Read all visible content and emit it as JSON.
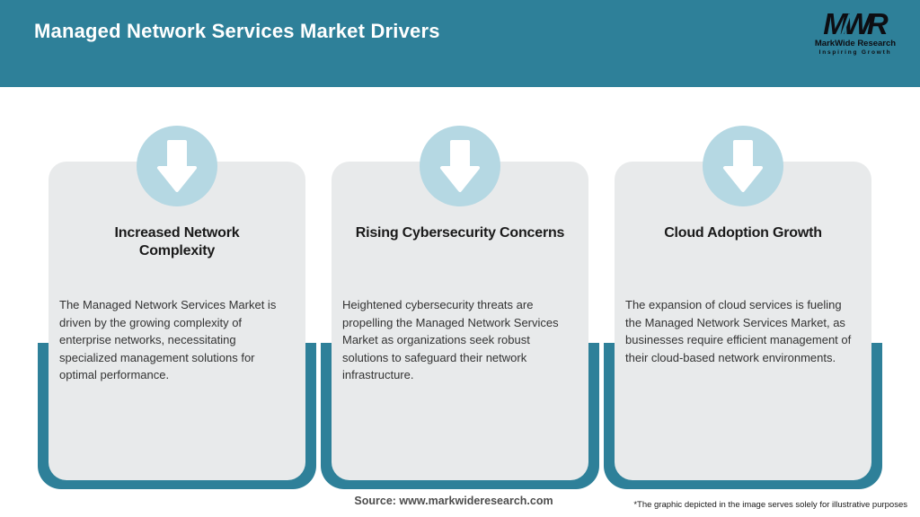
{
  "header": {
    "title": "Managed Network Services Market Drivers",
    "logo": {
      "monogram": "MWR",
      "name": "MarkWide Research",
      "tagline": "Inspiring Growth"
    }
  },
  "cards": [
    {
      "icon": "down-arrow-icon",
      "title": "Increased Network\nComplexity",
      "body": "The Managed Network Services Market is driven by the growing complexity of enterprise networks, necessitating specialized management solutions for optimal performance."
    },
    {
      "icon": "down-arrow-icon",
      "title": "Rising Cybersecurity Concerns",
      "body": "Heightened cybersecurity threats are propelling the Managed Network Services Market as organizations seek robust solutions to safeguard their network infrastructure."
    },
    {
      "icon": "down-arrow-icon",
      "title": "Cloud Adoption Growth",
      "body": "The expansion of cloud services is fueling the Managed Network Services Market, as businesses require efficient management of their cloud-based network environments."
    }
  ],
  "footer": {
    "source": "Source: www.markwideresearch.com",
    "disclaimer": "*The graphic depicted in the image serves solely for illustrative purposes"
  },
  "colors": {
    "header_bg": "#2E8099",
    "card_frame": "#2E8099",
    "card_bg": "#E8EAEB",
    "icon_circle": "#B5D8E3",
    "icon_arrow": "#FFFFFF",
    "title_text": "#FFFFFF",
    "card_text": "#333333"
  }
}
